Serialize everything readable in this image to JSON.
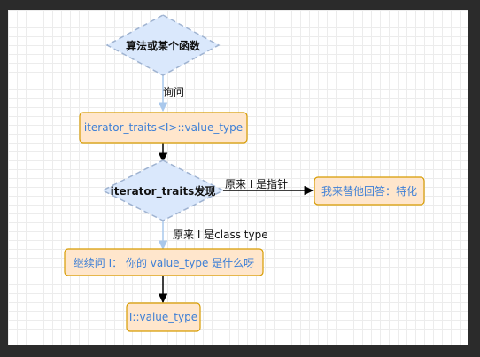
{
  "nodes": {
    "start": "算法或某个函数",
    "iterator_traits": "iterator_traits<I>::value_type",
    "discover": "iterator_traits发现",
    "pointer_answer": "我来替他回答：特化",
    "ask_again": "继续问 I： 你的 value_type 是什么呀",
    "result": "I::value_type"
  },
  "edges": {
    "ask": "询问",
    "is_pointer": "原来 I 是指针",
    "is_class": "原来 I 是class type"
  },
  "colors": {
    "diamond_fill": "#dae8fc",
    "diamond_stroke": "#9fb3d1",
    "box_fill": "#ffe6cc",
    "box_stroke": "#d79b00",
    "label_blue": "#3d7fd6",
    "arrow_light": "#a9c8ec",
    "arrow_dark": "#000000"
  }
}
